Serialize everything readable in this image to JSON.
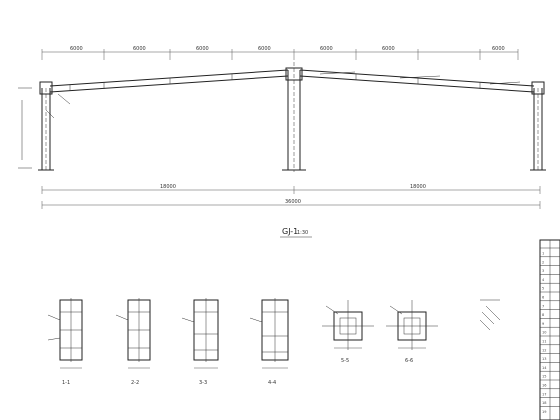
{
  "frame": {
    "title": "GJ-1",
    "scale": "1:30",
    "dims_top": [
      "6000",
      "6000",
      "6000",
      "6000",
      "6000",
      "6000",
      "6000"
    ],
    "dims_bottom": [
      "18000",
      "18000"
    ],
    "dim_overall": "36000"
  },
  "sections": [
    {
      "label": "1-1"
    },
    {
      "label": "2-2"
    },
    {
      "label": "3-3"
    },
    {
      "label": "4-4"
    },
    {
      "label": "5-5"
    },
    {
      "label": "6-6"
    }
  ],
  "table": {
    "row_numbers": [
      "1",
      "2",
      "3",
      "4",
      "5",
      "6",
      "7",
      "8",
      "9",
      "10",
      "11",
      "12",
      "13",
      "14",
      "15",
      "16",
      "17",
      "18",
      "19"
    ]
  }
}
